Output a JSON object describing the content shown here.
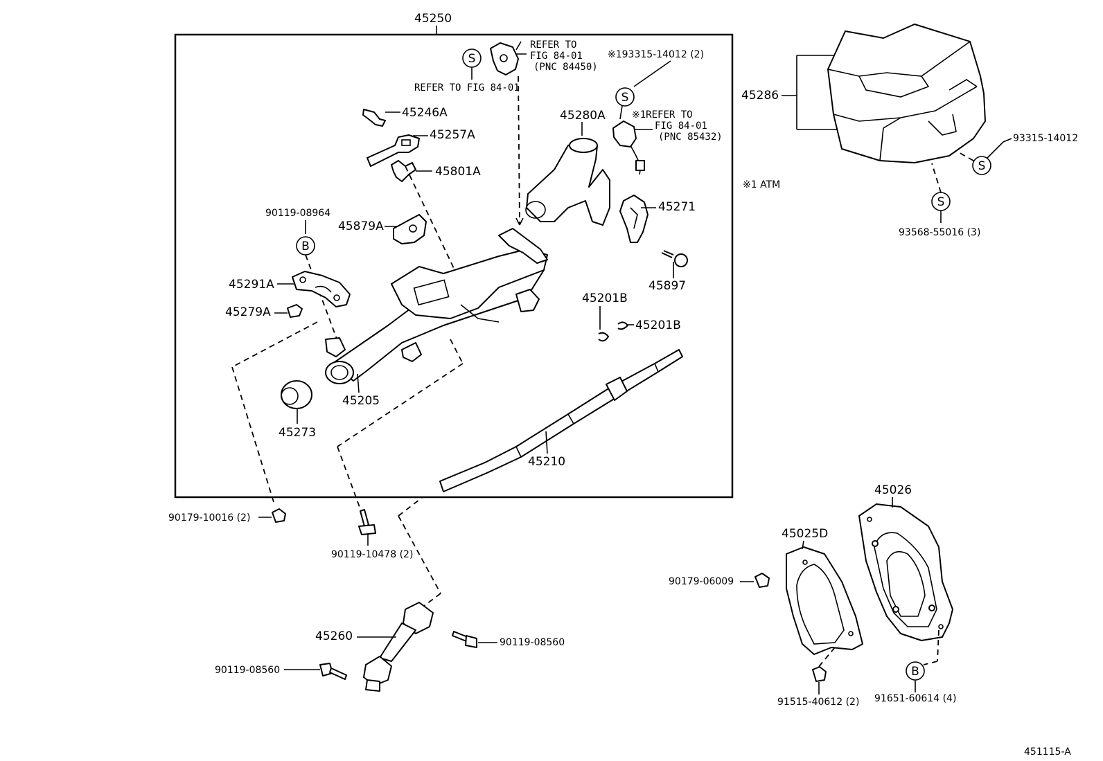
{
  "labels": {
    "assembly": "45250",
    "cover": "45286",
    "p45246A": "45246A",
    "p45257A": "45257A",
    "p45801A": "45801A",
    "p45879A": "45879A",
    "p45291A": "45291A",
    "p45279A": "45279A",
    "p45205": "45205",
    "p45273": "45273",
    "p45210": "45210",
    "p45280A": "45280A",
    "p45271": "45271",
    "p45897": "45897",
    "p45201B_a": "45201B",
    "p45201B_b": "45201B",
    "p90119_08964": "90119-08964",
    "p90179_10016": "90179-10016 (2)",
    "p90119_10478": "90119-10478 (2)",
    "p45260": "45260",
    "p90119_08560_a": "90119-08560",
    "p90119_08560_b": "90119-08560",
    "p45025D": "45025D",
    "p45026": "45026",
    "p90179_06009": "90179-06009",
    "p91515_40612": "91515-40612 (2)",
    "p91651_60614": "91651-60614 (4)",
    "p93315_14012": "93315-14012",
    "p93568_55016": "93568-55016 (3)",
    "p193315_14012": "※193315-14012 (2)",
    "atm_note": "※1 ATM",
    "diagram_code": "451115-A"
  },
  "notes": {
    "refer1_l1": "REFER TO",
    "refer1_l2": "FIG 84-01",
    "refer1_l3": "(PNC 84450)",
    "refer2": "REFER TO FIG 84-01",
    "refer3_l1": "※1REFER TO",
    "refer3_l2": "FIG 84-01",
    "refer3_l3": "(PNC 85432)"
  },
  "symbols": {
    "s": "S",
    "b": "B"
  }
}
